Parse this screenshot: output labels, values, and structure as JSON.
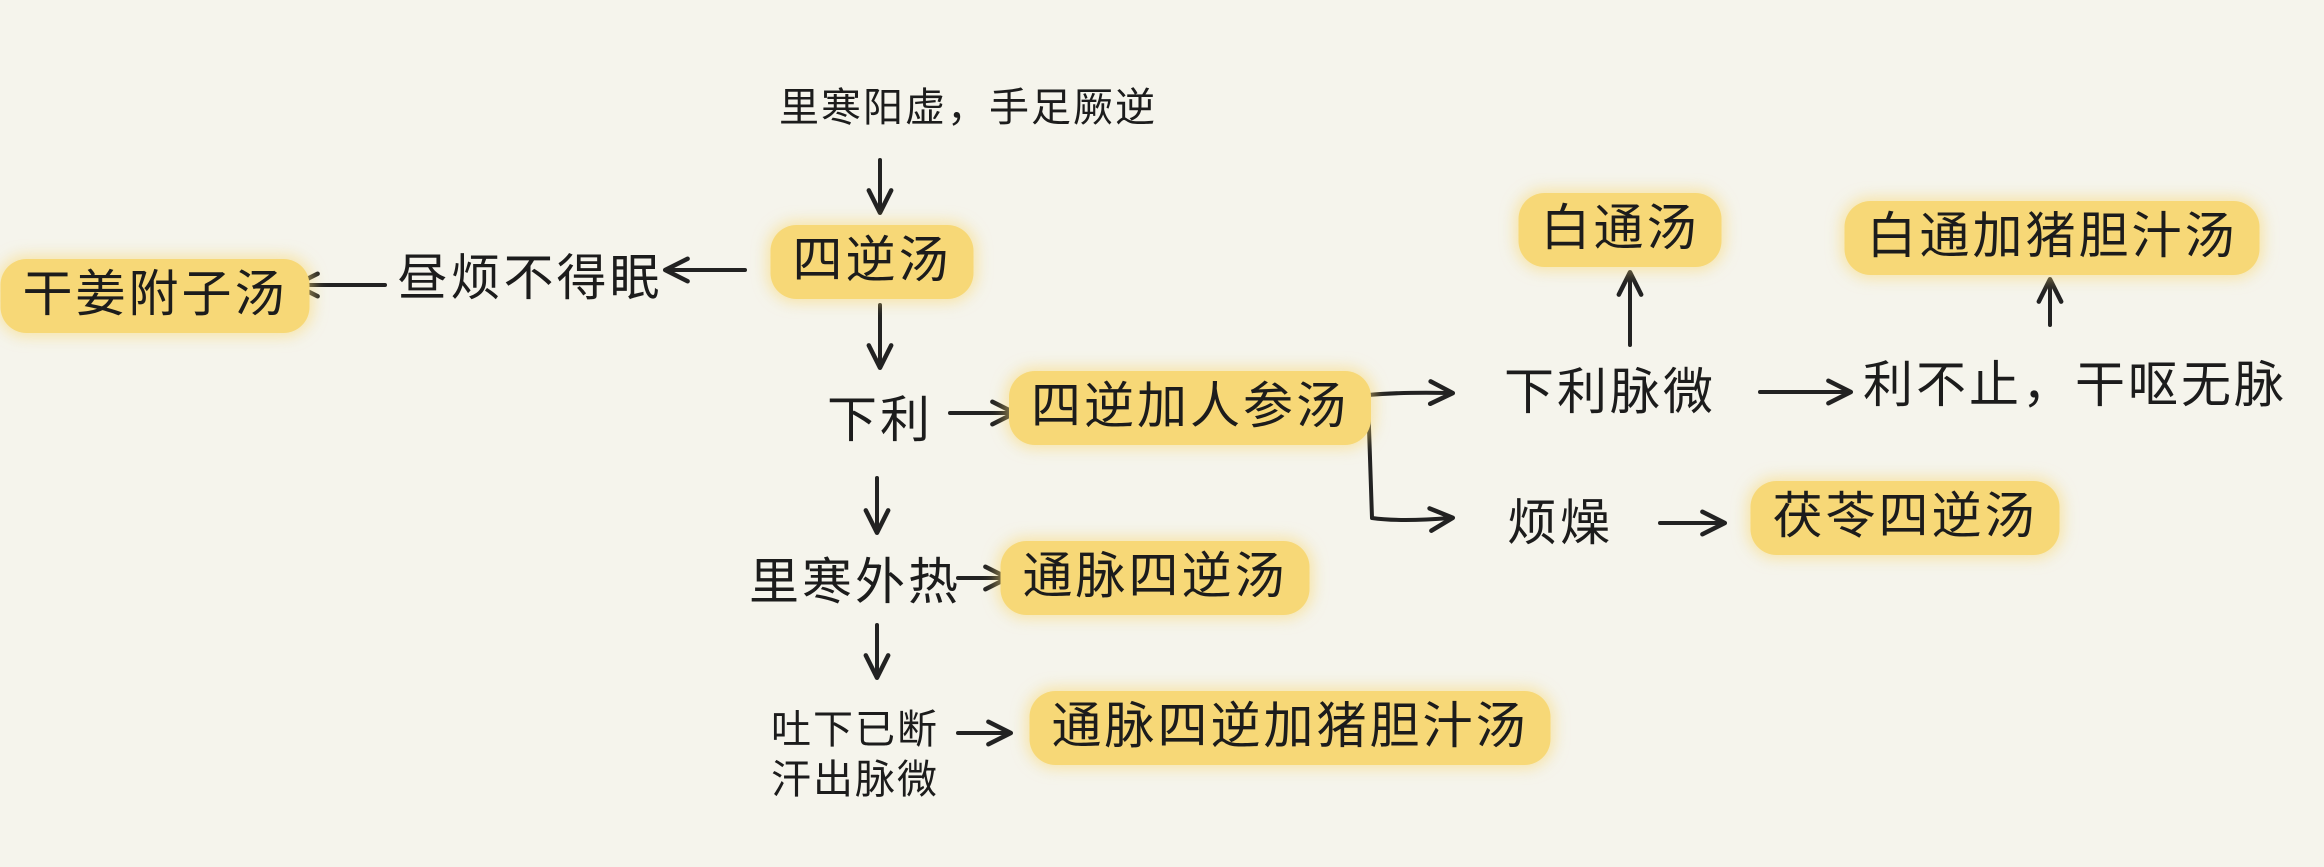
{
  "colors": {
    "background": "#f5f4ec",
    "highlight": "#f7d877",
    "ink": "#1c1c1c"
  },
  "nodes": {
    "li_han": "里寒阳虚，手足厥逆",
    "si_ni": "四逆汤",
    "zhou_fan": "昼烦不得眠",
    "gan_jiang_fu_zi": "干姜附子汤",
    "xia_li": "下利",
    "si_ni_ren_shen": "四逆加人参汤",
    "li_han_wai_re": "里寒外热",
    "tong_mai_si_ni": "通脉四逆汤",
    "tu_xia_yi_duan": "吐下已断\n汗出脉微",
    "tong_mai_zhu_dan": "通脉四逆加猪胆汁汤",
    "xia_li_mai_wei": "下利脉微",
    "bai_tong": "白通汤",
    "li_bu_zhi": "利不止，干呕无脉",
    "bai_tong_zhu_dan": "白通加猪胆汁汤",
    "fan_zao": "烦燥",
    "fu_ling_si_ni": "茯苓四逆汤"
  }
}
